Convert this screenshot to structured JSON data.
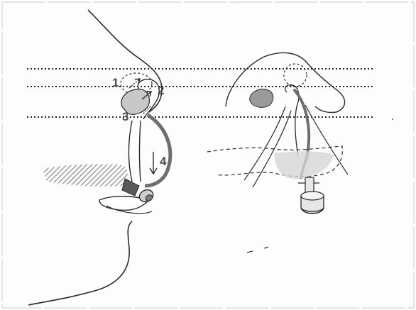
{
  "figure": {
    "labels": {
      "step1": "1",
      "step2": "2",
      "step3": "3",
      "step4": "4"
    },
    "colors": {
      "line": "#2a2a2a",
      "dots": "#222222",
      "shade": "#9a9a9a",
      "label": "#4a4a4a",
      "tube_fill": "#cfcfcf"
    },
    "panels": [
      "left-profile-view",
      "right-frontal-view"
    ]
  }
}
